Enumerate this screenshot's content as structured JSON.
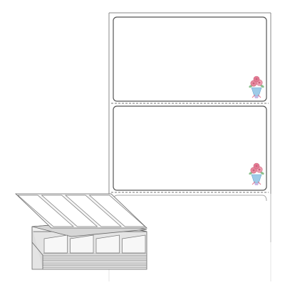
{
  "product": {
    "type": "fanfold-label-stock",
    "label_shape": "rectangle",
    "label_layout": "single-across",
    "visible_labels": 2,
    "stack_columns": 4,
    "decoration_icon": "flower-bouquet-icon"
  },
  "colors": {
    "background": "#ffffff",
    "label_outline": "#555555",
    "liner_edge": "#888888",
    "perforation": "#777777",
    "stack_face": "#dcdcdc",
    "stack_top": "#f2f2f2",
    "bouquet_pink": "#e8899e",
    "bouquet_wrap": "#9ecbe8"
  }
}
